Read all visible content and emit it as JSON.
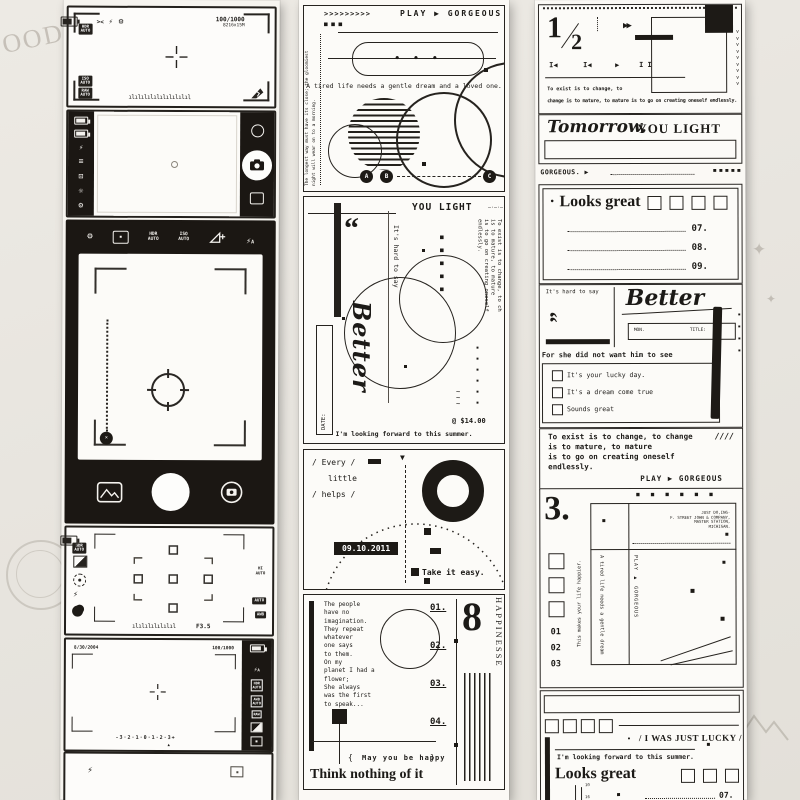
{
  "icons": {
    "gear": "⚙",
    "flash": "⚡",
    "cut": "><",
    "menu": "≡",
    "focus_sq": "⊡",
    "light": "☼",
    "play": "▶",
    "ff": "▶▶",
    "prev": "I◀",
    "pause": "I I",
    "marker_down": "▼",
    "end_dot": "✕",
    "flash_label": "A"
  },
  "decor": {
    "wm_text": "OOD",
    "star1": "✦",
    "star2": "✦"
  },
  "left": {
    "p1": {
      "counter": "100/1000",
      "sub": "8216x15M",
      "badge_tl": "HDR\nAUTO",
      "badge_bl1": "ISO\nAUTO",
      "badge_bl2": "RAW\nAUTO",
      "meter": "ılılılılılılılılılıl"
    },
    "p3": {
      "badge1": "HDR\nAUTO",
      "badge2": "ISO\nAUTO"
    },
    "p4": {
      "badge_tl": "HDR\nAUTO",
      "side_txt": "HI\nAUTO",
      "badge_r1": "AUTO",
      "badge_r2": "AWB",
      "meter": "ılılılılılılıl",
      "aperture": "F3.5"
    },
    "p5": {
      "date": "8/30/2004",
      "counter": "100/1000",
      "badge1": "HDR\nAUTO",
      "badge2": "AWB\nAUTO",
      "badge3": "RAW",
      "meter": "-3·2·1·0·1·2·3+",
      "tick": "▲"
    }
  },
  "middle": {
    "s1": {
      "arrows": ">>>>>>>>>",
      "title": "PLAY ▶ GORGEOUS",
      "squares": "■ ■ ■",
      "side1": "The longest way must have its close; the gloomiest",
      "side2": "night will wear on to a morning.",
      "pill_dots": "• • •",
      "caption": "A tired life needs a gentle dream and a loved one.",
      "a": "A",
      "b": "B",
      "c": "C"
    },
    "s2": {
      "title": "YOU LIGHT",
      "dash": "—·—·—",
      "vside": "To exist is to change, to ch\nis to mature, to mature\nis to go on creating oneself\nendlessly.",
      "quote": "“",
      "hard": "It's hard to say",
      "date_label": "DATE:",
      "script": "Better",
      "squig": "~\n~\n~",
      "sq_col": "■\n■\n■\n■\n■",
      "dots_col": "▪\n▪\n▪\n▪\n▪\n▪",
      "price": "@ $14.00",
      "footer": "I'm looking forward to this summer."
    },
    "s3": {
      "every": "/ Every /",
      "little": "little",
      "helps": "/ helps /",
      "date": "09.10.2011",
      "caption": "Take it easy."
    },
    "s4": {
      "para": "The people\nhave no\nimagination.\nThey repeat\nwhatever\none says\nto them.\nOn my\nplanet I had a\nflower;\nShe always\nwas the first\nto speak...",
      "n1": "01.",
      "n2": "02.",
      "n3": "03.",
      "n4": "04.",
      "eight": "8",
      "vertical": "HAPPINESSE",
      "brace_open": "{",
      "may": "May you be happy",
      "brace_close": "}",
      "think": "Think nothing of it"
    }
  },
  "right": {
    "s1": {
      "num": "1",
      "den": "2",
      "l1": "To exist is to change, to",
      "l2": "change is to mature, to mature is to go on creating oneself endlessly.",
      "chev": "v\nv\nv\nv\nv\nv\nv\nv\nv"
    },
    "s2": {
      "script": "Tomorrow.",
      "title": "YOU LIGHT"
    },
    "s3": {
      "label": "GORGEOUS. ▶",
      "squares": "■ ■ ■ ■ ■"
    },
    "s4": {
      "bullet": "•",
      "title": "Looks great",
      "r1": "07.",
      "r2": "08.",
      "r3": "09."
    },
    "s5": {
      "hard": "It's hard to say",
      "script": "Better",
      "quote": "“",
      "f1": "MON.",
      "f2": "TITLE:",
      "for_text": "For she did not want him to see",
      "c1": "It's your lucky day.",
      "c2": "It's a dream come true",
      "c3": "Sounds great",
      "dots": "▪\n▪\n▪\n▪"
    },
    "s6": {
      "l1": "To exist is to change, to change",
      "l2": "is to mature, to mature",
      "l3": "is to go on creating oneself",
      "l4": "endlessly.",
      "slashes": "////",
      "play": "PLAY ▶ GORGEOUS"
    },
    "s7": {
      "three": "3.",
      "side": "This makes your life happier.",
      "squares": "■ ■ ■ ■ ■ ■",
      "addr": "JUST DO,ING-\nF. STREET JOHN & COMPANY,\nMASTER STATION,\nMICHIGAN.",
      "vert1": "A tired life needs a gentle dream",
      "vert2": "PLAY ▶ GORGEOUS",
      "n1": "01",
      "n2": "02",
      "n3": "03"
    },
    "s8": {
      "lucky": "/  I WAS JUST LUCKY  /",
      "bullet": "•",
      "summer": "I'm looking forward to this summer.",
      "looks": "Looks great",
      "t1": "10",
      "t2": "16",
      "num": "07."
    }
  }
}
